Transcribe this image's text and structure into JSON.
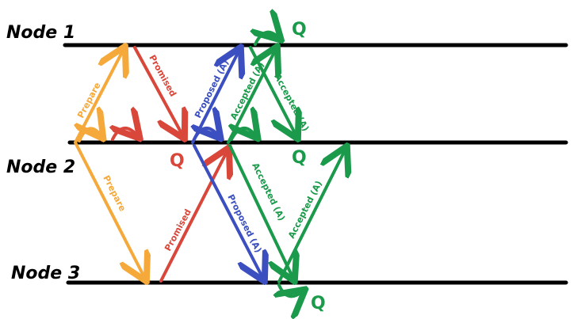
{
  "nodes": [
    {
      "label": "Node 1"
    },
    {
      "label": "Node 2"
    },
    {
      "label": "Node 3"
    }
  ],
  "colors": {
    "prepare": "#f5a93a",
    "promise": "#d9473b",
    "propose": "#3b4fc0",
    "accepted": "#1a9a4a",
    "line": "#000000"
  },
  "messages": {
    "prepare": "Prepare",
    "promise": "Promised",
    "propose": "Proposed (A)",
    "accepted": "Accepted (A)"
  },
  "quorum": "Q"
}
